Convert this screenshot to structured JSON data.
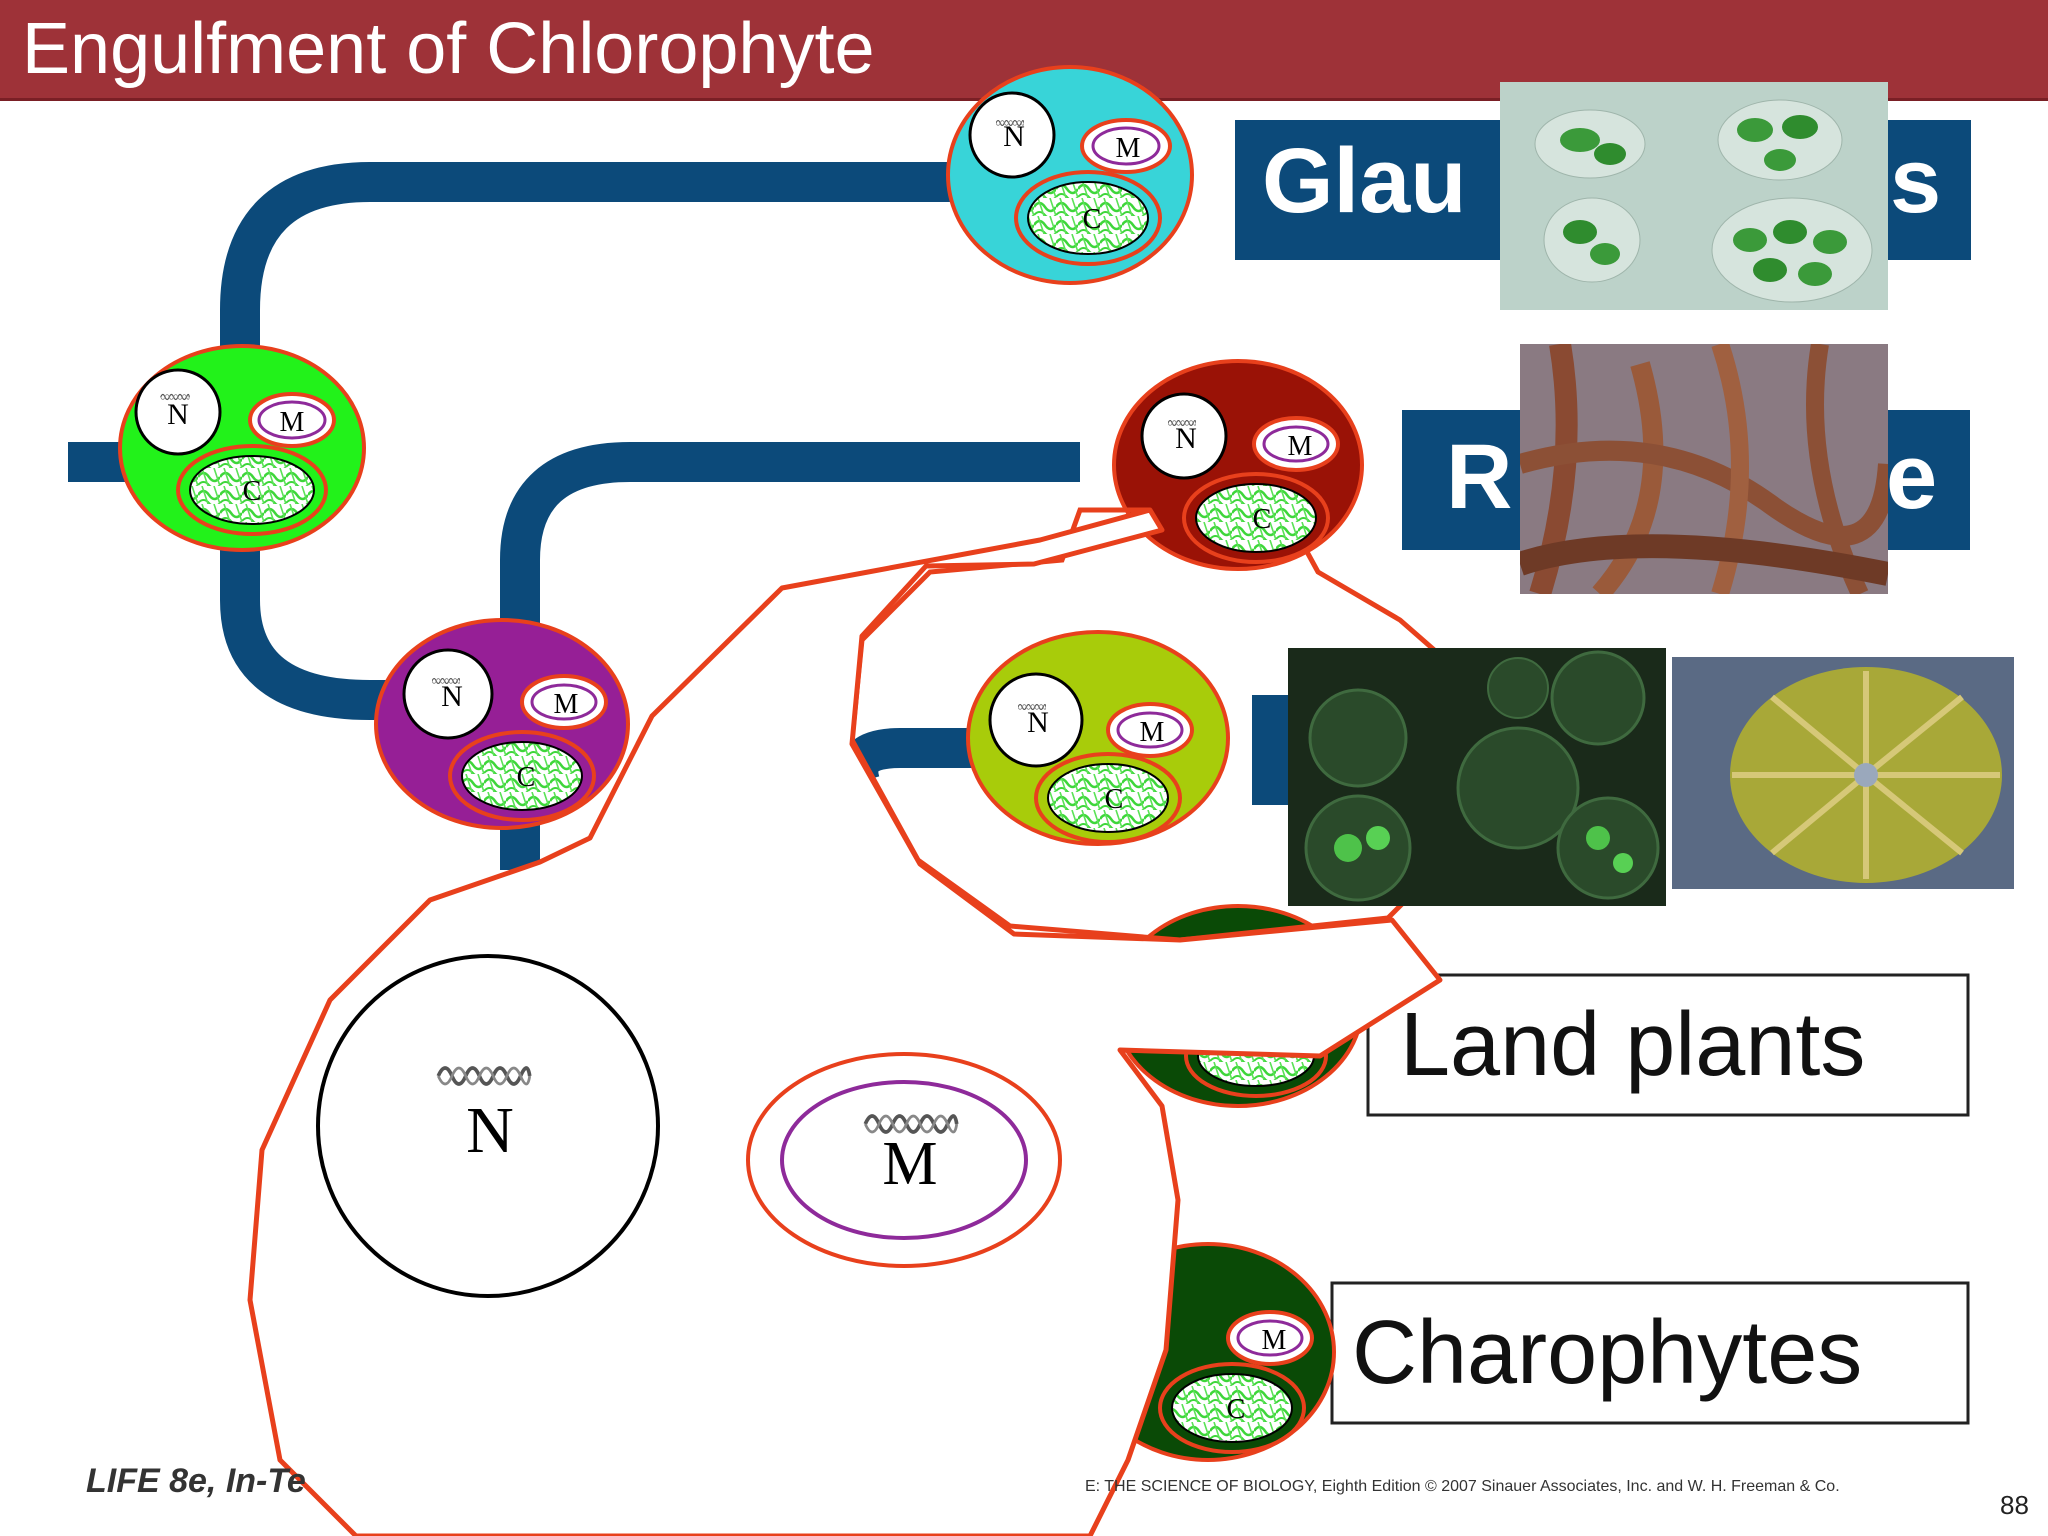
{
  "title": "Engulfment of Chlorophyte",
  "labels": {
    "glaucophytes": "Glau",
    "glaucophytes_tail": "s",
    "red_algae": "R",
    "red_algae_tail": "e",
    "land_plants": "Land plants",
    "charophytes": "Charophytes"
  },
  "organelles": {
    "nucleus": "N",
    "mitochondrion": "M",
    "chloroplast": "C"
  },
  "footer": {
    "left": "LIFE 8e, In-Te",
    "right": "E: THE SCIENCE OF BIOLOGY, Eighth Edition  © 2007 Sinauer Associates, Inc. and W. H. Freeman & Co."
  },
  "page_number": "88",
  "colors": {
    "title_bar": "#9e3238",
    "tree_branch": "#0c4a7a",
    "membrane_outline": "#e8401c",
    "ancestor_cell": "#22f21a",
    "glaucophyte_cell": "#38d4d8",
    "red_alga_cell": "#9a1206",
    "purple_cell": "#961f96",
    "chlorophyte_cell": "#a8cc0a",
    "dark_green_cell": "#0a4a06"
  }
}
